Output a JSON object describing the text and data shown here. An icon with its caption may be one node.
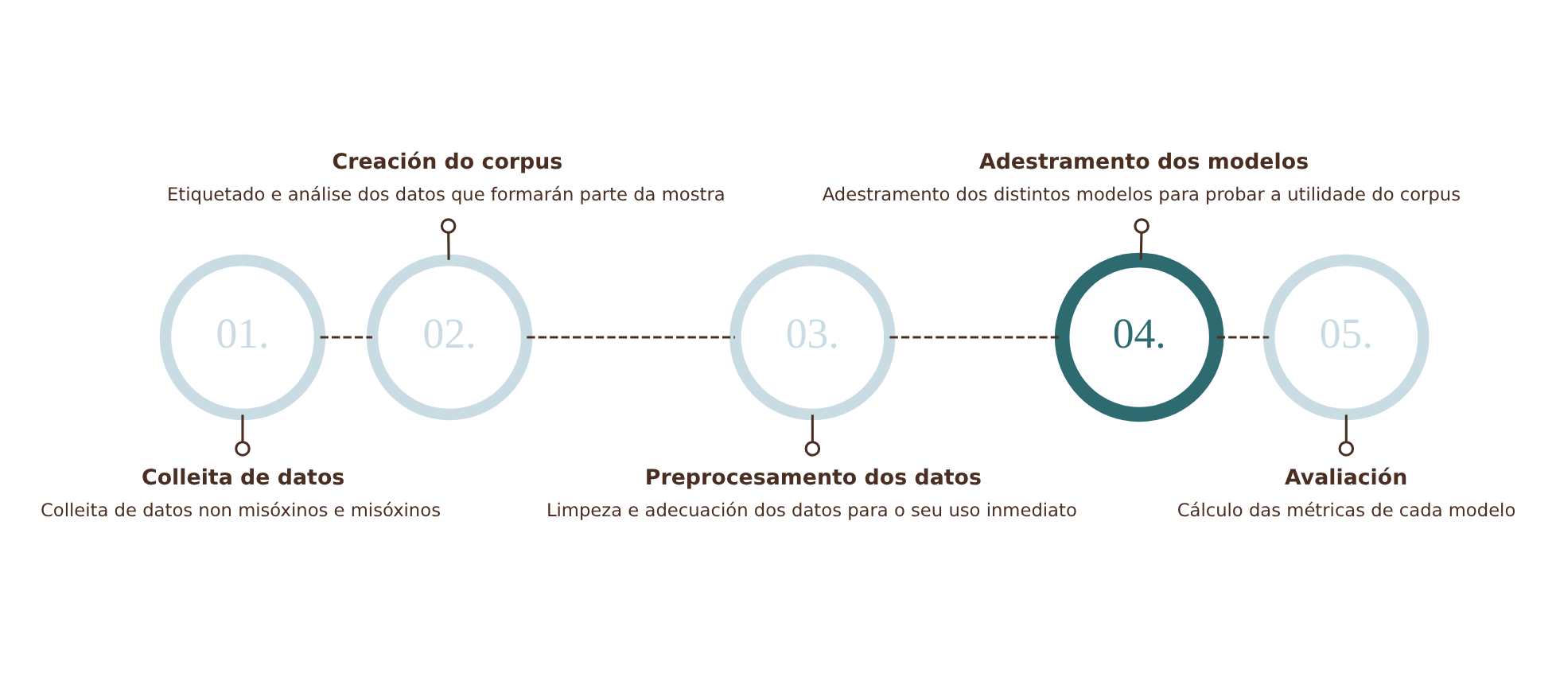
{
  "diagram": {
    "nodes": [
      {
        "text": [
          "01."
        ]
      },
      {
        "text": [
          "02."
        ]
      },
      {
        "text": [
          "03."
        ]
      },
      {
        "text": [
          "04."
        ]
      },
      {
        "text": [
          "05."
        ]
      },
      {
        "text": [
          "Colleita de datos",
          "Colleita de datos non misóxinos e misóxinos"
        ]
      },
      {
        "text": [
          "Creación do corpus",
          "Etiquetado e análise dos datos que formarán parte da mostra"
        ]
      },
      {
        "text": [
          "Preprocesamento dos datos",
          "Limpeza e adecuación dos datos para o seu uso inmediato"
        ]
      },
      {
        "text": [
          "Adestramento dos modelos",
          "Adestramento dos distintos modelos para probar a utilidade do corpus"
        ]
      },
      {
        "text": [
          "Avaliación",
          "Cálculo das métricas de cada modelo"
        ]
      }
    ],
    "edges": [
      {
        "from": 0,
        "to": 1,
        "arrow": "none",
        "style": "dashed"
      },
      {
        "from": 1,
        "to": 2,
        "arrow": "none",
        "style": "dashed"
      },
      {
        "from": 2,
        "to": 3,
        "arrow": "none",
        "style": "dashed"
      },
      {
        "from": 3,
        "to": 4,
        "arrow": "none",
        "style": "dashed"
      },
      {
        "from": 0,
        "to": 5,
        "arrow": "other"
      },
      {
        "from": 1,
        "to": 6,
        "arrow": "other"
      },
      {
        "from": 2,
        "to": 7,
        "arrow": "other"
      },
      {
        "from": 3,
        "to": 8,
        "arrow": "other"
      },
      {
        "from": 4,
        "to": 9,
        "arrow": "other"
      }
    ]
  }
}
